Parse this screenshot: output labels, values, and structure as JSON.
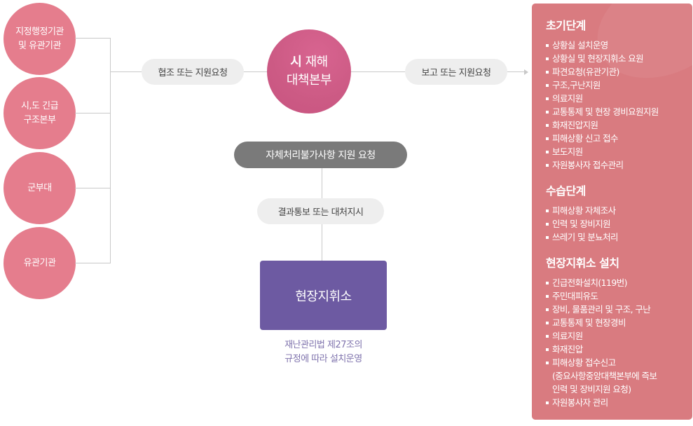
{
  "left_nodes": [
    {
      "label": "지정행정기관\n및 유관기관"
    },
    {
      "label": "시,도 긴급\n구조본부"
    },
    {
      "label": "군부대"
    },
    {
      "label": "유관기관"
    }
  ],
  "cooperation_pill": "협조 또는 지원요청",
  "main_node": {
    "bold": "시",
    "line1_rest": " 재해",
    "line2": "대책본부"
  },
  "report_pill": "보고 또는 지원요청",
  "self_request_pill": "자체처리불가사항 지원 요청",
  "result_pill": "결과통보 또는 대처지시",
  "field_command": {
    "label": "현장지휘소",
    "note": "재난관리법 제27조의\n규정에 따라 설치운영"
  },
  "panel": {
    "sections": [
      {
        "title": "초기단계",
        "items": [
          "상황실 설치운영",
          "상황실 및 현장지휘소 요원",
          "파견요청(유관기관)",
          "구조,구난지원",
          "의료지원",
          "교통통제 및 현장 경비요원지원",
          "화재진압지원",
          "피해상황 신고 접수",
          "보도지원",
          "자원봉사자 접수관리"
        ]
      },
      {
        "title": "수습단계",
        "items": [
          "피해상황 자체조사",
          "인력 및 장비지원",
          "쓰레기 및 분뇨처리"
        ]
      },
      {
        "title": "현장지휘소 설치",
        "items": [
          "긴급전화설치(119번)",
          "주민대피유도",
          "장비, 물품관리 및 구조, 구난",
          "교통통제 및 현장경비",
          "의료지원",
          "화재진압",
          "피해상황 접수신고",
          "(중요사항중앙대책본부에 즉보",
          "인력 및 장비지원 요청)",
          "자원봉사자 관리"
        ]
      }
    ]
  },
  "colors": {
    "left_circle": "#e57d8d",
    "main_circle": "#cc5a84",
    "field_box": "#6d5aa2",
    "panel": "#d97b80",
    "pill_light": "#eeeeee",
    "pill_dark": "#7a7a7a",
    "connector": "#c9c9c9"
  }
}
